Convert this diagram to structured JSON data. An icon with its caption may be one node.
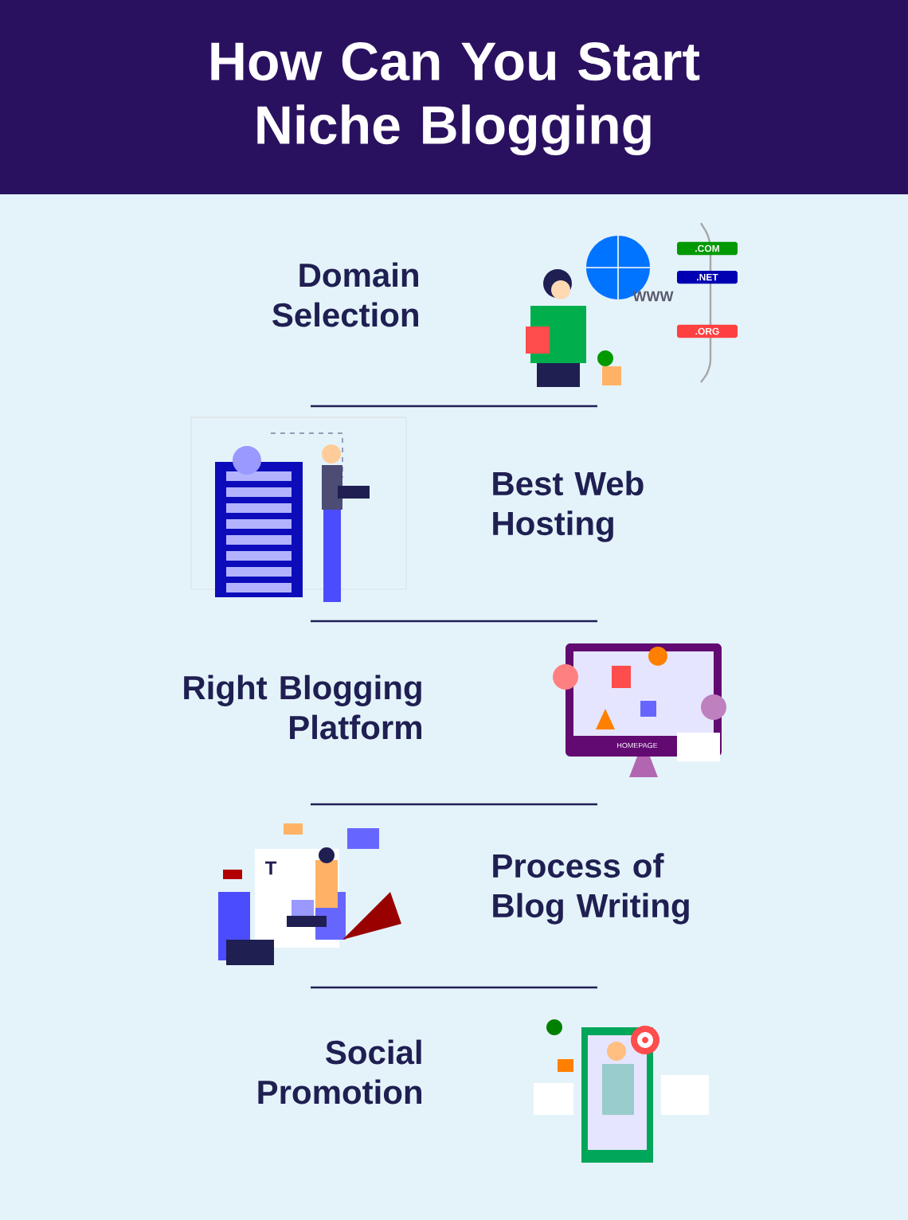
{
  "diagram": {
    "title": "How Can You Start Niche Blogging",
    "labels": [
      "Domain Selection",
      "WWW",
      ".COM",
      ".NET",
      ".ORG",
      "Best Web Hosting",
      "Right Blogging Platform",
      "HOMEPAGE",
      "T",
      "Process of Blog Writing",
      "Social Promotion"
    ]
  }
}
